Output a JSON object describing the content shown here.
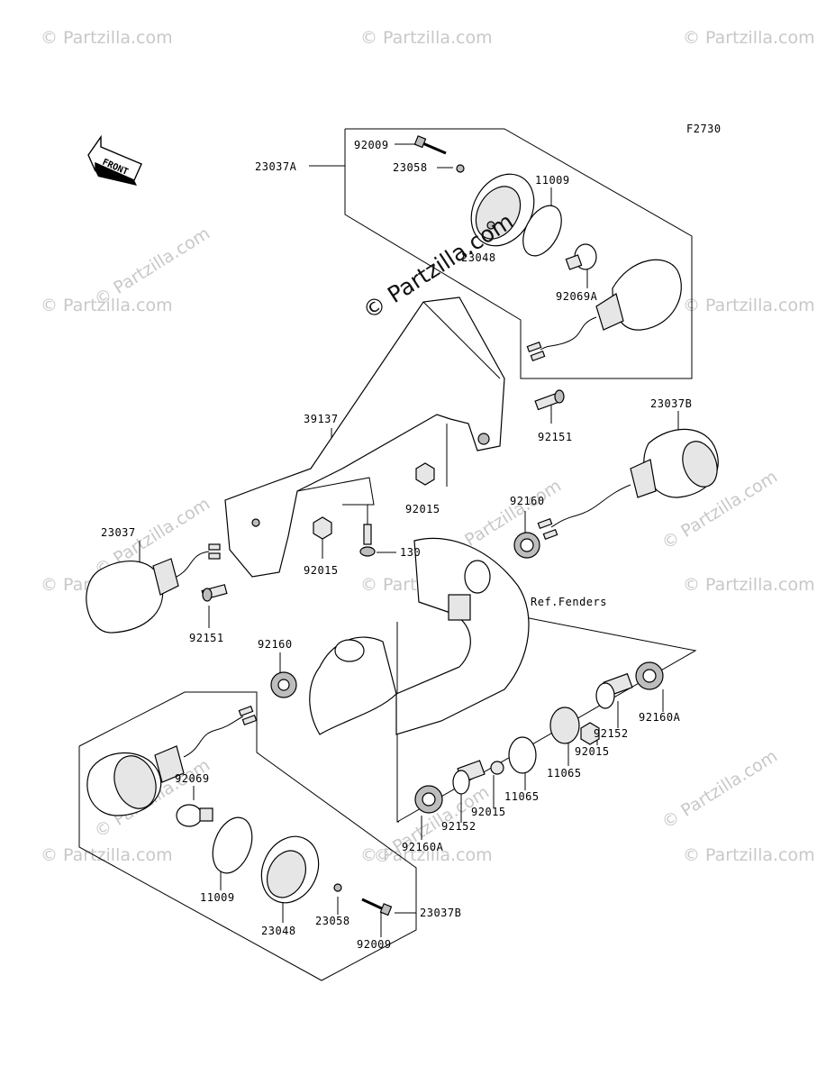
{
  "diagram": {
    "figure_code": "F2730",
    "front_label": "FRONT",
    "watermark_center": "© Partzilla.com",
    "watermark_tile": "© Partzilla.com",
    "parts": {
      "p92009_top": "92009",
      "p23037A": "23037A",
      "p23058_top": "23058",
      "p11009_top": "11009",
      "p23048_top": "23048",
      "p92069A": "92069A",
      "p39137": "39137",
      "p92151_right": "92151",
      "p23037B_top": "23037B",
      "p92015_mid": "92015",
      "p92160_upper": "92160",
      "p23037": "23037",
      "p92015_left": "92015",
      "p130": "130",
      "p92151_left": "92151",
      "ref_fenders": "Ref.Fenders",
      "p92160_left": "92160",
      "p92160A_right": "92160A",
      "p92152_right": "92152",
      "p92015_right": "92015",
      "p11065_right": "11065",
      "p11065_mid": "11065",
      "p92015_low": "92015",
      "p92152_low": "92152",
      "p92160A_low": "92160A",
      "p92069": "92069",
      "p11009_low": "11009",
      "p23048_low": "23048",
      "p23058_low": "23058",
      "p92009_low": "92009",
      "p23037B_low": "23037B"
    }
  }
}
